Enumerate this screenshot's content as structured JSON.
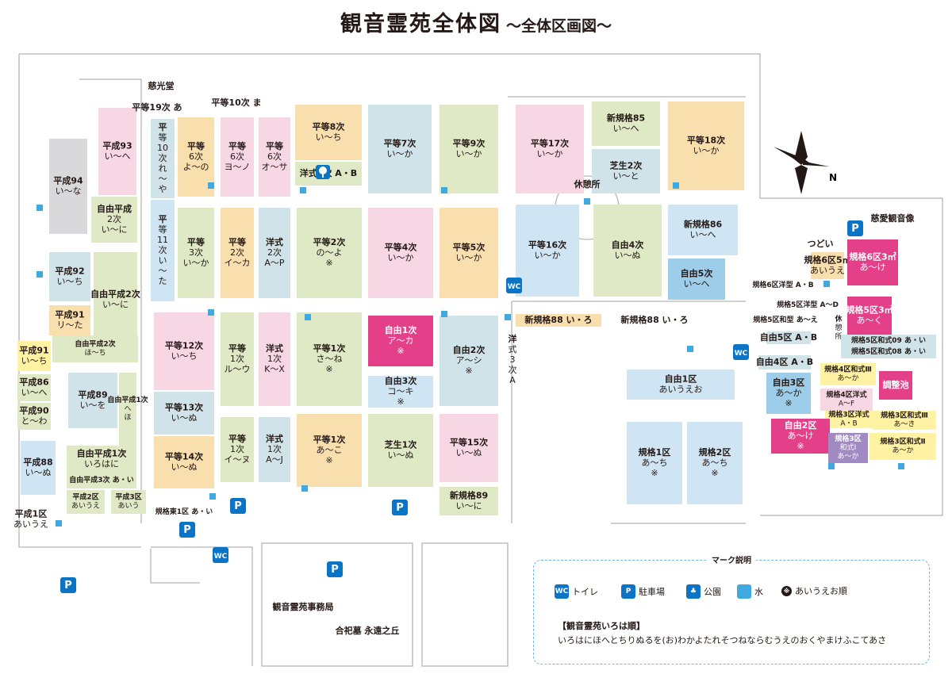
{
  "title": {
    "main": "観音霊苑全体図",
    "sub": "～全体区画図～"
  },
  "compass": {
    "label": "N"
  },
  "plots": [
    {
      "id": "heisei93",
      "lines": [
        "平成93",
        "い～へ"
      ]
    },
    {
      "id": "heisei94",
      "lines": [
        "平成94",
        "い～な"
      ]
    },
    {
      "id": "jiyu-heisei2",
      "lines": [
        "自由平成",
        "2次",
        "い～に"
      ]
    },
    {
      "id": "heisei92",
      "lines": [
        "平成92",
        "い～ち"
      ]
    },
    {
      "id": "jiyu-heisei2b",
      "lines": [
        "自由平成2次",
        "い～に"
      ]
    },
    {
      "id": "heisei91",
      "lines": [
        "平成91",
        "リ～た"
      ]
    },
    {
      "id": "jiyu-heisei2c",
      "lines": [
        "自由平成2次",
        "ほ～ち"
      ]
    },
    {
      "id": "heisei91b",
      "lines": [
        "平成91",
        "い～ち"
      ]
    },
    {
      "id": "heisei86",
      "lines": [
        "平成86",
        "い～へ"
      ]
    },
    {
      "id": "heisei90",
      "lines": [
        "平成90",
        "と～わ"
      ]
    },
    {
      "id": "heisei89",
      "lines": [
        "平成89",
        "い～を"
      ]
    },
    {
      "id": "jiyu-heisei1",
      "lines": [
        "自由平成1次",
        "へ",
        "ほ"
      ]
    },
    {
      "id": "heisei88",
      "lines": [
        "平成88",
        "い～ぬ"
      ]
    },
    {
      "id": "jiyu-heisei1b",
      "lines": [
        "自由平成1次",
        "いろはに"
      ]
    },
    {
      "id": "jiyu-heisei3",
      "lines": [
        "自由平成3次 あ・い"
      ]
    },
    {
      "id": "heisei2ku",
      "lines": [
        "平成2区",
        "あいうえ"
      ]
    },
    {
      "id": "heisei3ku",
      "lines": [
        "平成3区",
        "あいう"
      ]
    },
    {
      "id": "heisei1ku",
      "lines": [
        "平成1区",
        "あいうえ"
      ]
    },
    {
      "id": "kikakuhigashi1",
      "lines": [
        "規格東1区 あ・い"
      ]
    },
    {
      "id": "jikodo",
      "lines": [
        "慈光堂"
      ]
    },
    {
      "id": "hira19",
      "lines": [
        "平等19次 あ"
      ]
    },
    {
      "id": "hira10",
      "lines": [
        "平等10次 ま"
      ]
    },
    {
      "id": "hira10b",
      "lines": [
        "平",
        "等",
        "10",
        "次",
        "れ",
        "～",
        "や"
      ]
    },
    {
      "id": "hira6a",
      "lines": [
        "平等",
        "6次",
        "よ～の"
      ]
    },
    {
      "id": "hira6b",
      "lines": [
        "平等",
        "6次",
        "ヨ～ノ"
      ]
    },
    {
      "id": "hira6c",
      "lines": [
        "平等",
        "6次",
        "オ～サ"
      ]
    },
    {
      "id": "hira8",
      "lines": [
        "平等8次",
        "い～ち"
      ]
    },
    {
      "id": "hira7",
      "lines": [
        "平等7次",
        "い～か"
      ]
    },
    {
      "id": "hira9",
      "lines": [
        "平等9次",
        "い～か"
      ]
    },
    {
      "id": "hira17",
      "lines": [
        "平等17次",
        "い～か"
      ]
    },
    {
      "id": "shin85",
      "lines": [
        "新規格85",
        "い～へ"
      ]
    },
    {
      "id": "hira18",
      "lines": [
        "平等18次",
        "い～か"
      ]
    },
    {
      "id": "shiba2",
      "lines": [
        "芝生2次",
        "い～と"
      ]
    },
    {
      "id": "yoshiki4",
      "lines": [
        "洋式4次 A・B"
      ]
    },
    {
      "id": "kyukeijo",
      "lines": [
        "休憩所"
      ]
    },
    {
      "id": "hira11",
      "lines": [
        "平",
        "等",
        "11",
        "次",
        "い",
        "～",
        "た"
      ]
    },
    {
      "id": "hira3",
      "lines": [
        "平等",
        "3次",
        "い～か"
      ]
    },
    {
      "id": "hira2a",
      "lines": [
        "平等",
        "2次",
        "イ～カ"
      ]
    },
    {
      "id": "yoshiki2",
      "lines": [
        "洋式",
        "2次",
        "A～P"
      ]
    },
    {
      "id": "hira2b",
      "lines": [
        "平等2次",
        "の～よ",
        "※"
      ]
    },
    {
      "id": "hira4",
      "lines": [
        "平等4次",
        "い～か"
      ]
    },
    {
      "id": "hira5",
      "lines": [
        "平等5次",
        "い～か"
      ]
    },
    {
      "id": "hira16",
      "lines": [
        "平等16次",
        "い～か"
      ]
    },
    {
      "id": "jiyu4",
      "lines": [
        "自由4次",
        "い～ぬ"
      ]
    },
    {
      "id": "shin86",
      "lines": [
        "新規格86",
        "い～へ"
      ]
    },
    {
      "id": "jiyu5",
      "lines": [
        "自由5次",
        "い～へ"
      ]
    },
    {
      "id": "hira12",
      "lines": [
        "平等12次",
        "い～ち"
      ]
    },
    {
      "id": "hira1a",
      "lines": [
        "平等",
        "1次",
        "ル～ウ"
      ]
    },
    {
      "id": "yoshiki1a",
      "lines": [
        "洋式",
        "1次",
        "K～X"
      ]
    },
    {
      "id": "hira1b",
      "lines": [
        "平等1次",
        "さ～ね",
        "※"
      ]
    },
    {
      "id": "jiyu1",
      "lines": [
        "自由1次",
        "ア～カ",
        "※"
      ]
    },
    {
      "id": "jiyu2",
      "lines": [
        "自由2次",
        "ア～シ",
        "※"
      ]
    },
    {
      "id": "jiyu3",
      "lines": [
        "自由3次",
        "コ～キ",
        "※"
      ]
    },
    {
      "id": "yoshiki3",
      "lines": [
        "洋",
        "式",
        "3",
        "次",
        "A"
      ]
    },
    {
      "id": "shin88a",
      "lines": [
        "新規格88 い・ろ"
      ]
    },
    {
      "id": "shin88b",
      "lines": [
        "新規格88 い・ろ"
      ]
    },
    {
      "id": "hira13",
      "lines": [
        "平等13次",
        "い～ぬ"
      ]
    },
    {
      "id": "hira1c",
      "lines": [
        "平等",
        "1次",
        "イ～ヌ"
      ]
    },
    {
      "id": "yoshiki1b",
      "lines": [
        "洋式",
        "1次",
        "A～J"
      ]
    },
    {
      "id": "hira1d",
      "lines": [
        "平等1次",
        "あ～こ",
        "※"
      ]
    },
    {
      "id": "shiba1",
      "lines": [
        "芝生1次",
        "い～ぬ"
      ]
    },
    {
      "id": "hira15",
      "lines": [
        "平等15次",
        "い～ぬ"
      ]
    },
    {
      "id": "hira14",
      "lines": [
        "平等14次",
        "い～ぬ"
      ]
    },
    {
      "id": "shin89",
      "lines": [
        "新規格89",
        "い～に"
      ]
    },
    {
      "id": "jiyu1ku",
      "lines": [
        "自由1区",
        "あいうえお"
      ]
    },
    {
      "id": "kikaku1ku",
      "lines": [
        "規格1区",
        "あ～ち",
        "※"
      ]
    },
    {
      "id": "kikaku2ku",
      "lines": [
        "規格2区",
        "あ～ち",
        "※"
      ]
    },
    {
      "id": "jiaikannon",
      "lines": [
        "慈愛観音像"
      ]
    },
    {
      "id": "tsudoi",
      "lines": [
        "つどい"
      ]
    },
    {
      "id": "kikaku6ku5",
      "lines": [
        "規格6区5㎡",
        "あいうえ"
      ]
    },
    {
      "id": "kikaku6ku3",
      "lines": [
        "規格6区3㎡",
        "あ～け"
      ]
    },
    {
      "id": "kikaku6yo",
      "lines": [
        "規格6区洋型 A・B"
      ]
    },
    {
      "id": "kikaku5yo",
      "lines": [
        "規格5区洋型 A～D"
      ]
    },
    {
      "id": "kikaku5ku3",
      "lines": [
        "規格5区3㎡",
        "あ～く"
      ]
    },
    {
      "id": "kikaku5wa",
      "lines": [
        "規格5区和型 あ～え"
      ]
    },
    {
      "id": "kyukeijo2",
      "lines": [
        "休",
        "憩",
        "所"
      ]
    },
    {
      "id": "jiyu5ku",
      "lines": [
        "自由5区 A・B"
      ]
    },
    {
      "id": "kikaku5wa09",
      "lines": [
        "規格5区和式09 あ・い"
      ]
    },
    {
      "id": "kikaku5wa08",
      "lines": [
        "規格5区和式08 あ・い"
      ]
    },
    {
      "id": "jiyu4ku",
      "lines": [
        "自由4区 A・B"
      ]
    },
    {
      "id": "kikaku4wa3",
      "lines": [
        "規格4区和式Ⅲ",
        "あ～か"
      ]
    },
    {
      "id": "choseichi",
      "lines": [
        "調整池"
      ]
    },
    {
      "id": "jiyu3ku",
      "lines": [
        "自由3区",
        "あ～か",
        "※"
      ]
    },
    {
      "id": "kikaku4yo",
      "lines": [
        "規格4区洋式",
        "A～F"
      ]
    },
    {
      "id": "kikaku3yo",
      "lines": [
        "規格3区洋式",
        "A・B"
      ]
    },
    {
      "id": "kikaku3wa3",
      "lines": [
        "規格3区和式Ⅲ",
        "あ～き"
      ]
    },
    {
      "id": "jiyu2ku",
      "lines": [
        "自由2区",
        "あ～け",
        "※"
      ]
    },
    {
      "id": "kikaku3wa1",
      "lines": [
        "規格3区",
        "和式Ⅰ",
        "あ～か"
      ]
    },
    {
      "id": "kikaku3wa2",
      "lines": [
        "規格3区和式Ⅱ",
        "あ～か"
      ]
    },
    {
      "id": "office",
      "lines": [
        "観音霊苑事務局"
      ]
    },
    {
      "id": "gosobo",
      "lines": [
        "合祀墓 永遠之丘"
      ]
    }
  ],
  "icons": {
    "wc": "WC",
    "parking": "P",
    "water": "水",
    "dot": "※"
  },
  "legend": {
    "title": "マーク説明",
    "items": [
      {
        "icon": "WC",
        "label": "トイレ"
      },
      {
        "icon": "P",
        "label": "駐車場"
      },
      {
        "icon": "tree-icon",
        "label": "公園"
      },
      {
        "icon": "water-icon",
        "label": "水"
      },
      {
        "icon": "※",
        "label": "あいうえお順"
      }
    ],
    "order_title": "【観音霊苑いろは順】",
    "order_text": "いろはにほへとちりぬるを(お)わかよたれそつねならむうえのおくやまけふこてあさ"
  },
  "colors": {
    "pink": "#f8d7e5",
    "green": "#dfe9c5",
    "blue": "#cfe5f3",
    "orange": "#f9dfae",
    "teal": "#cfe3e8",
    "gray": "#d9d9db",
    "magenta": "#e4408a",
    "yellow": "#fff3a3",
    "purple": "#a189c2"
  }
}
